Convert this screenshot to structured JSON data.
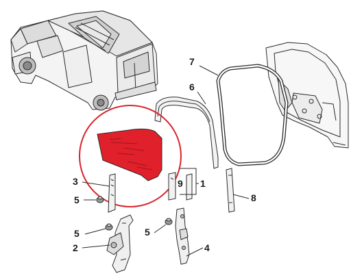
{
  "callouts": {
    "c1": "1",
    "c2": "2",
    "c3": "3",
    "c4": "4",
    "c5a": "5",
    "c5b": "5",
    "c5c": "5",
    "c6": "6",
    "c7": "7",
    "c8": "8",
    "c9": "9"
  },
  "colors": {
    "highlight_ring": "#d8232a",
    "glass_fill": "#e0202a",
    "outline": "#2a2a2a",
    "part_fill": "#f2f2f2",
    "shade": "#bdbdbd"
  }
}
